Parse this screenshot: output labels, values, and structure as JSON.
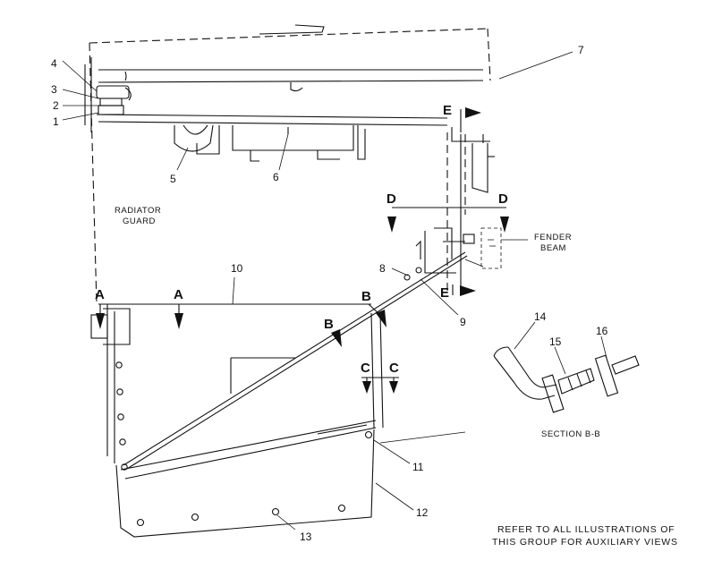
{
  "callouts": {
    "n1": "1",
    "n2": "2",
    "n3": "3",
    "n4": "4",
    "n5": "5",
    "n6": "6",
    "n7": "7",
    "n8": "8",
    "n9": "9",
    "n10": "10",
    "n11": "11",
    "n12": "12",
    "n13": "13",
    "n14": "14",
    "n15": "15",
    "n16": "16"
  },
  "section_marks": {
    "a_left": "A",
    "a_right": "A",
    "b_left": "B",
    "b_right": "B",
    "c_left": "C",
    "c_right": "C",
    "d_left": "D",
    "d_right": "D",
    "e_top": "E",
    "e_bottom": "E"
  },
  "labels": {
    "radiator_guard_line1": "RADIATOR",
    "radiator_guard_line2": "GUARD",
    "fender_beam_line1": "FENDER",
    "fender_beam_line2": "BEAM",
    "section_bb": "SECTION B-B"
  },
  "footnote": {
    "line1": "REFER TO ALL ILLUSTRATIONS OF",
    "line2": "THIS GROUP FOR AUXILIARY VIEWS"
  },
  "colors": {
    "ink": "#111111",
    "paper": "#ffffff"
  }
}
